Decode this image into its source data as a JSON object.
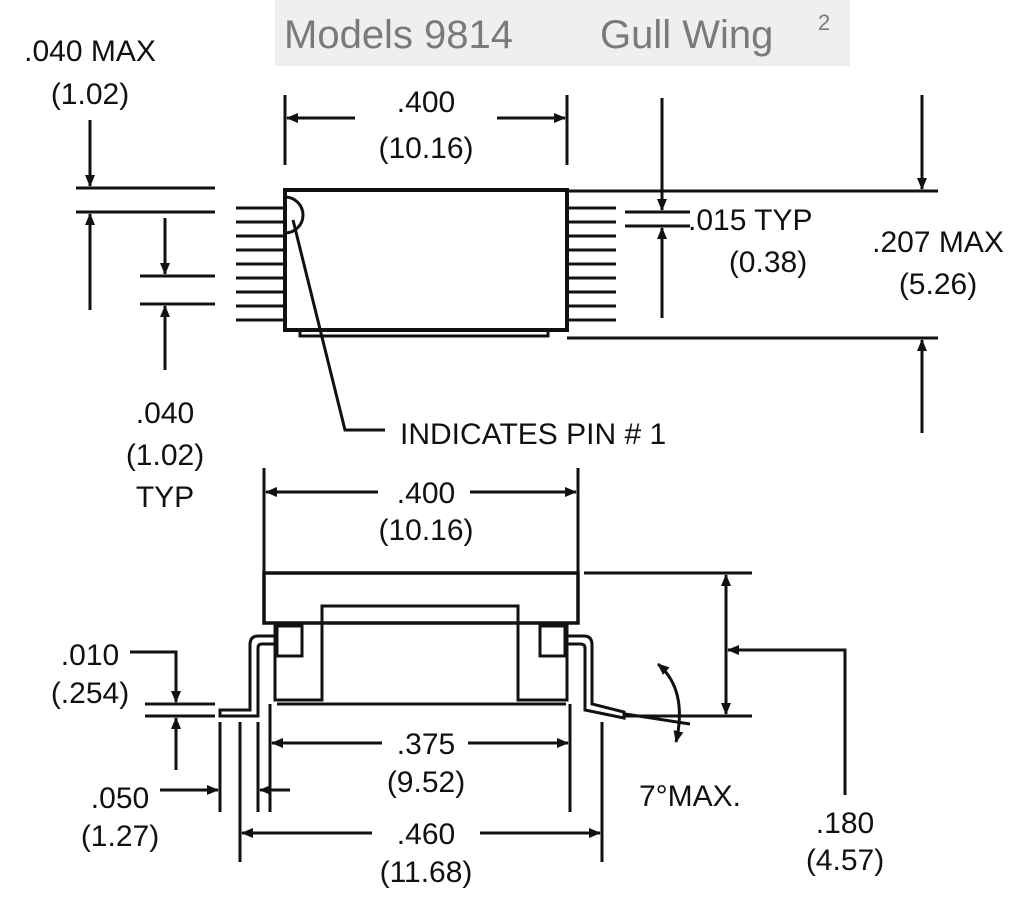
{
  "title": {
    "model": "Models 9814",
    "style": "Gull Wing",
    "style_sup": "2"
  },
  "top_view": {
    "lead_thickness": {
      "in": ".040 MAX",
      "mm": "(1.02)"
    },
    "body_length": {
      "in": ".400",
      "mm": "(10.16)"
    },
    "lead_width": {
      "in": ".015 TYP",
      "mm": "(0.38)"
    },
    "overall_height": {
      "in": ".207 MAX",
      "mm": "(5.26)"
    },
    "lead_pitch": {
      "in": ".040",
      "mm": "(1.02)",
      "suffix": "TYP"
    },
    "pin1_note": "INDICATES PIN # 1"
  },
  "side_view": {
    "body_length": {
      "in": ".400",
      "mm": "(10.16)"
    },
    "standoff": {
      "in": ".010",
      "mm": "(.254)"
    },
    "inner_span": {
      "in": ".375",
      "mm": "(9.52)"
    },
    "foot_length": {
      "in": ".050",
      "mm": "(1.27)"
    },
    "overall_span": {
      "in": ".460",
      "mm": "(11.68)"
    },
    "lead_angle": "7°MAX.",
    "seated_height": {
      "in": ".180",
      "mm": "(4.57)"
    }
  }
}
